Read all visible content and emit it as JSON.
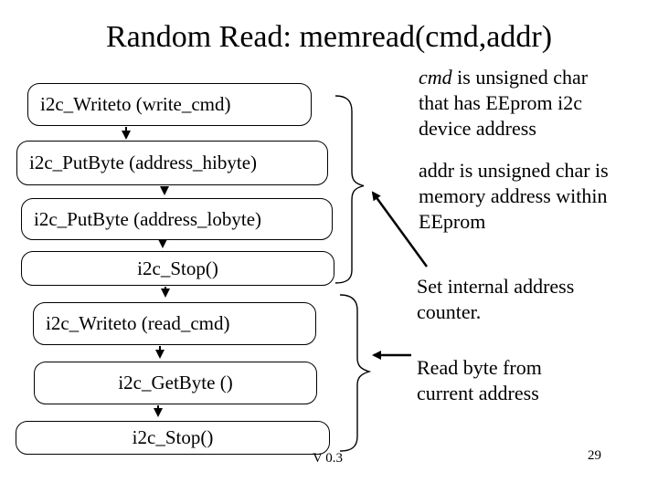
{
  "title": "Random Read: memread(cmd,addr)",
  "flowchart": {
    "boxes": [
      {
        "label": "i2c_Writeto (write_cmd)"
      },
      {
        "label": "i2c_PutByte (address_hibyte)"
      },
      {
        "label": "i2c_PutByte (address_lobyte)"
      },
      {
        "label": "i2c_Stop()"
      },
      {
        "label": "i2c_Writeto (read_cmd)"
      },
      {
        "label": "i2c_GetByte ()"
      },
      {
        "label": "i2c_Stop()"
      }
    ]
  },
  "notes": {
    "cmd": {
      "term": "cmd",
      "rest": " is unsigned char",
      "line2": "that has EEprom i2c",
      "line3": "device address"
    },
    "addr": {
      "line1": "addr is unsigned char is",
      "line2": "memory address within",
      "line3": "EEprom"
    },
    "set_counter": {
      "line1": "Set internal address",
      "line2": "counter."
    },
    "read_byte": {
      "line1": "Read byte from",
      "line2": "current address"
    }
  },
  "footer": {
    "version": "V 0.3",
    "page": "29"
  },
  "colors": {
    "background": "#ffffff",
    "ink": "#000000"
  }
}
